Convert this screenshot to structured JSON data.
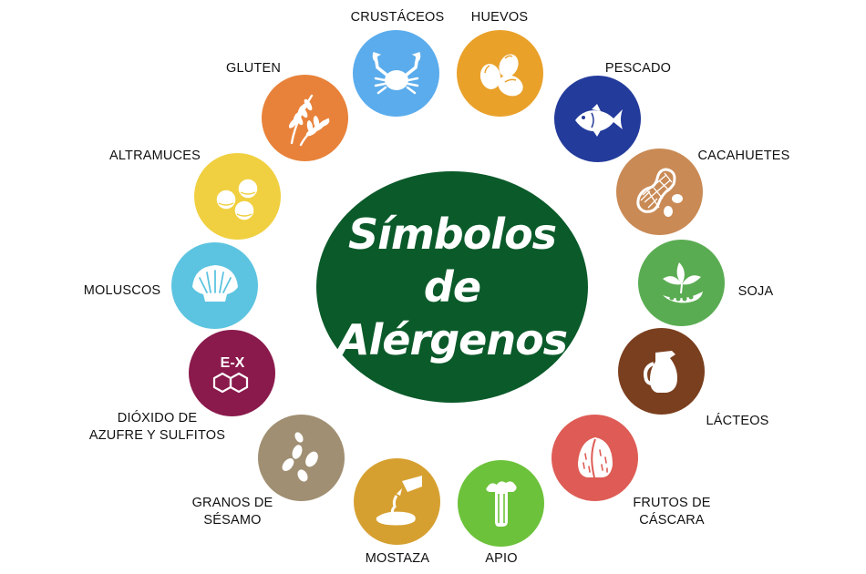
{
  "title": {
    "line1": "Símbolos",
    "line2": "de",
    "line3": "Alérgenos",
    "color": "#0b5a2a"
  },
  "allergens": [
    {
      "id": "crustaceos",
      "label": "CRUSTÁCEOS",
      "icon": "crab-icon",
      "color": "#5aacec"
    },
    {
      "id": "huevos",
      "label": "HUEVOS",
      "icon": "eggs-icon",
      "color": "#e9a12a"
    },
    {
      "id": "pescado",
      "label": "PESCADO",
      "icon": "fish-icon",
      "color": "#233b9b"
    },
    {
      "id": "cacahuetes",
      "label": "CACAHUETES",
      "icon": "peanut-icon",
      "color": "#c98a55"
    },
    {
      "id": "soja",
      "label": "SOJA",
      "icon": "soy-plant-icon",
      "color": "#5aac52"
    },
    {
      "id": "lacteos",
      "label": "LÁCTEOS",
      "icon": "milk-jug-icon",
      "color": "#7a3f1e"
    },
    {
      "id": "frutos",
      "label_line1": "FRUTOS DE",
      "label_line2": "CÁSCARA",
      "icon": "nut-icon",
      "color": "#de5c55"
    },
    {
      "id": "apio",
      "label": "APIO",
      "icon": "celery-icon",
      "color": "#6cc23a"
    },
    {
      "id": "mostaza",
      "label": "MOSTAZA",
      "icon": "mustard-icon",
      "color": "#d6a030"
    },
    {
      "id": "sesamo",
      "label_line1": "GRANOS DE",
      "label_line2": "SÉSAMO",
      "icon": "sesame-seeds-icon",
      "color": "#a08f72"
    },
    {
      "id": "sulfitos",
      "label_line1": "DIÓXIDO DE",
      "label_line2": "AZUFRE Y SULFITOS",
      "icon": "molecule-icon",
      "icon_text": "E-X",
      "color": "#8a1a4c"
    },
    {
      "id": "moluscos",
      "label": "MOLUSCOS",
      "icon": "shell-icon",
      "color": "#5cc4e0"
    },
    {
      "id": "altramuces",
      "label": "ALTRAMUCES",
      "icon": "lupin-beans-icon",
      "color": "#f0d040"
    },
    {
      "id": "gluten",
      "label": "GLUTEN",
      "icon": "wheat-icon",
      "color": "#e8823a"
    }
  ]
}
